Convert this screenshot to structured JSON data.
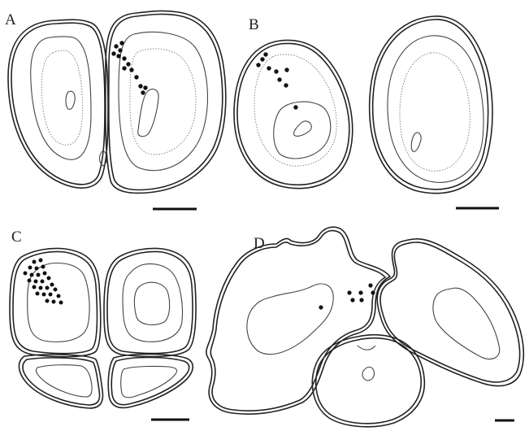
{
  "figure": {
    "panels": [
      {
        "id": "A",
        "label": "A"
      },
      {
        "id": "B",
        "label": "B"
      },
      {
        "id": "C",
        "label": "C"
      },
      {
        "id": "D",
        "label": "D"
      }
    ],
    "marker": "filled-dot",
    "colors": {
      "line": "#222222",
      "dot": "#111111",
      "background": "#ffffff"
    }
  }
}
